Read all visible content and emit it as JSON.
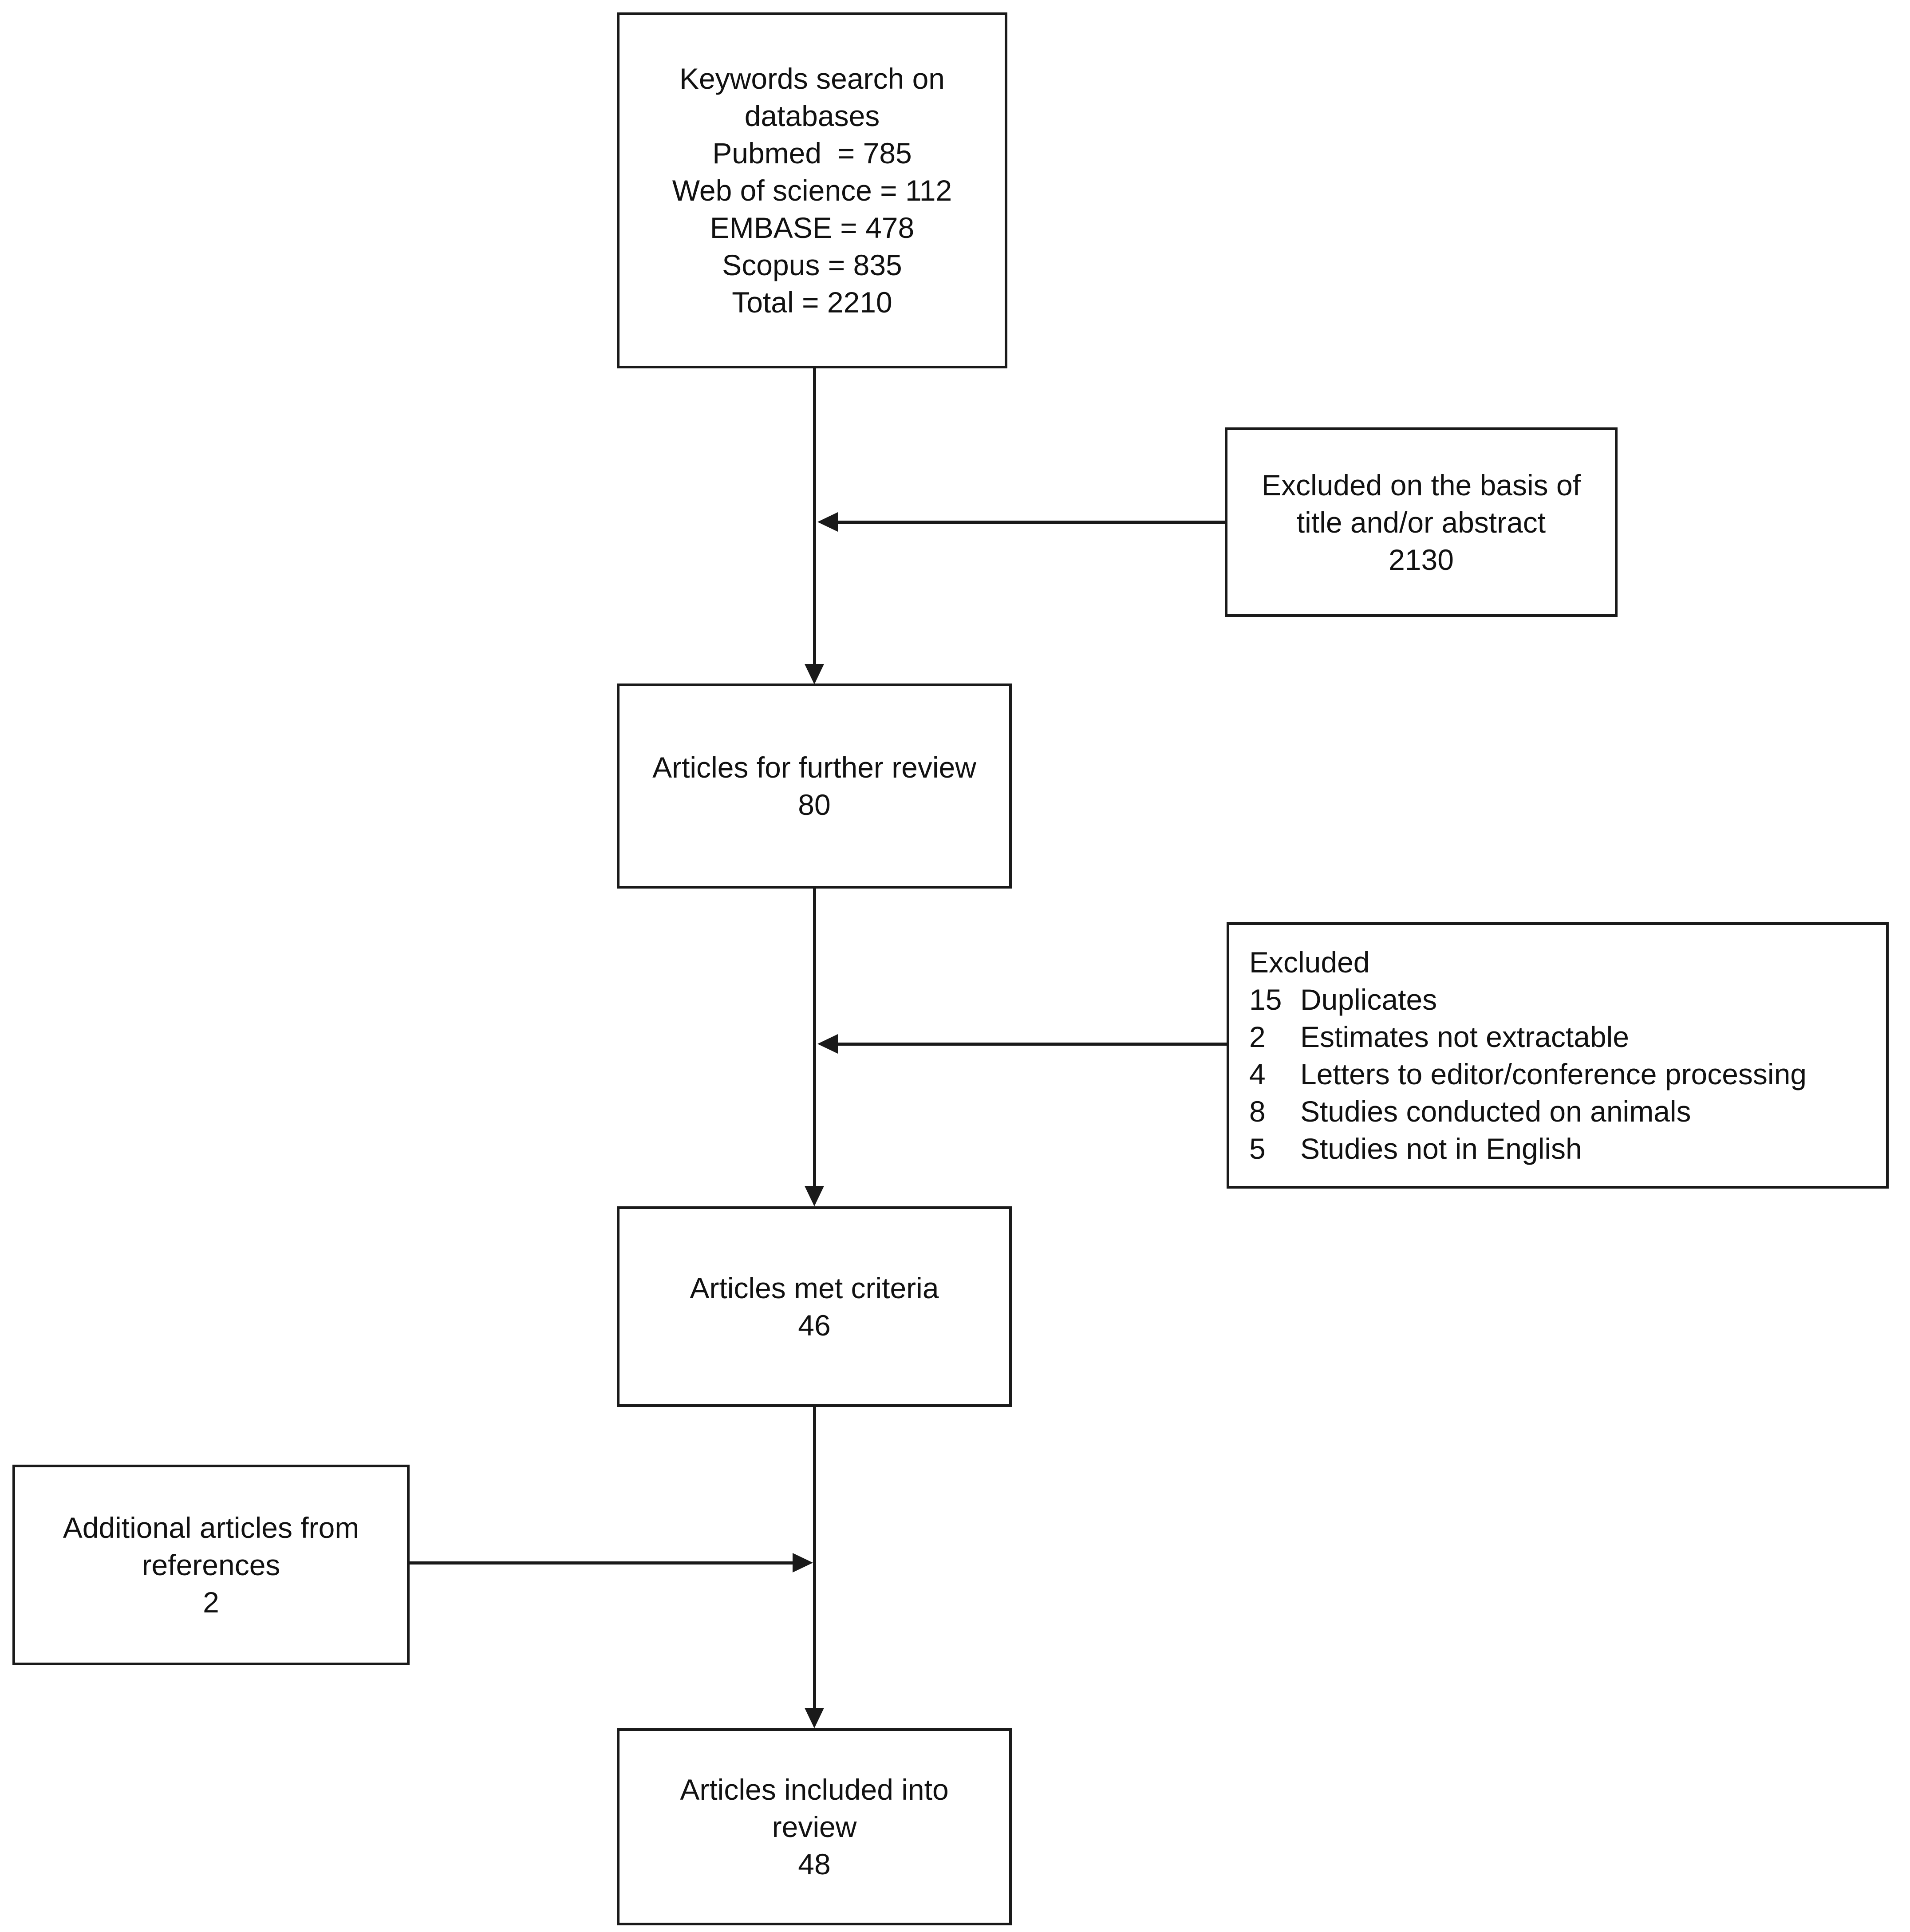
{
  "boxes": {
    "keywords": {
      "title": "Keywords search on databases",
      "stats": [
        "Pubmed  = 785",
        "Web of science = 112",
        "EMBASE = 478",
        "Scopus = 835",
        "Total = 2210"
      ]
    },
    "excluded_title_abstract": {
      "text": "Excluded on the basis of title and/or abstract",
      "count": "2130"
    },
    "further_review": {
      "label": "Articles for further review",
      "count": "80"
    },
    "exclusion_reasons": {
      "header": "Excluded",
      "items": [
        {
          "count": "15",
          "label": "Duplicates"
        },
        {
          "count": "2",
          "label": "Estimates not extractable"
        },
        {
          "count": "4",
          "label": "Letters to editor/conference processing"
        },
        {
          "count": "8",
          "label": "Studies conducted on animals"
        },
        {
          "count": "5",
          "label": "Studies not in English"
        }
      ]
    },
    "met_criteria": {
      "label": "Articles met criteria",
      "count": "46"
    },
    "additional_references": {
      "label": "Additional articles from references",
      "count": "2"
    },
    "included_review": {
      "label": "Articles included into review",
      "count": "48"
    }
  },
  "colors": {
    "background": "#ffffff",
    "line": "#1a1a1a",
    "text": "#111111"
  }
}
